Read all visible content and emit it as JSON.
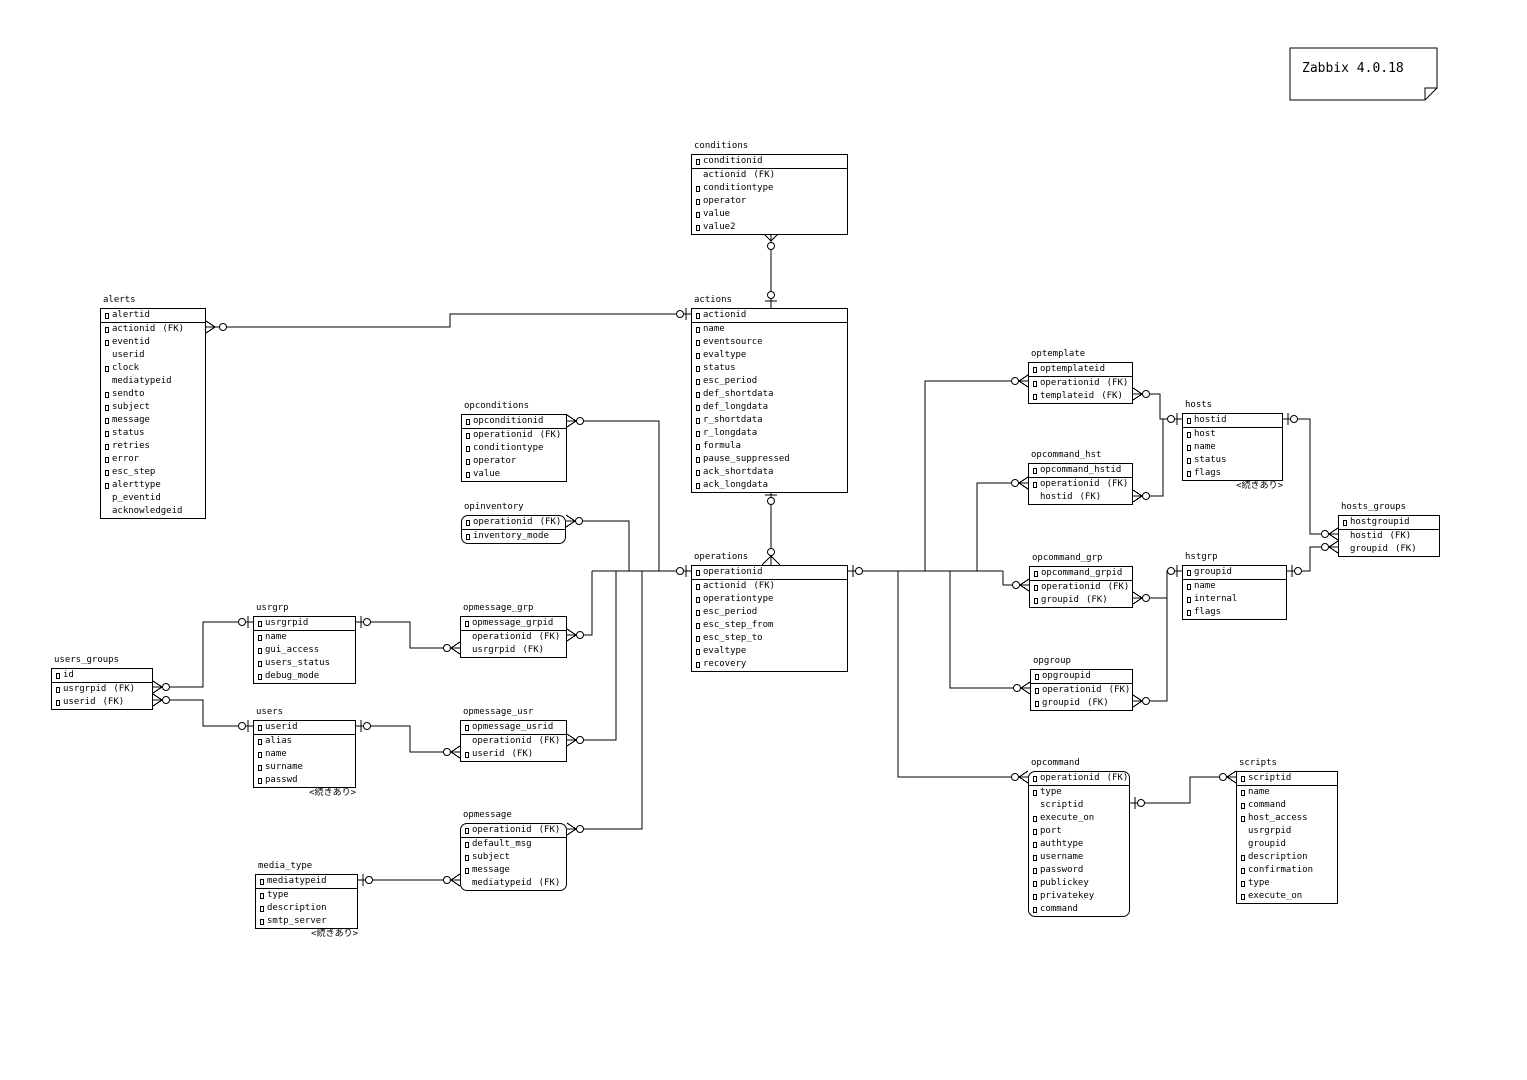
{
  "note": {
    "text": "Zabbix 4.0.18"
  },
  "labels": {
    "fk": "(FK)",
    "continued": "<続きあり>"
  },
  "tables": [
    {
      "name": "alerts",
      "fields": [
        {
          "name": "alertid",
          "pk": true,
          "nn": true
        },
        {
          "name": "actionid",
          "fk": true,
          "nn": true
        },
        {
          "name": "eventid",
          "nn": true
        },
        {
          "name": "userid"
        },
        {
          "name": "clock",
          "nn": true
        },
        {
          "name": "mediatypeid"
        },
        {
          "name": "sendto",
          "nn": true
        },
        {
          "name": "subject",
          "nn": true
        },
        {
          "name": "message",
          "nn": true
        },
        {
          "name": "status",
          "nn": true
        },
        {
          "name": "retries",
          "nn": true
        },
        {
          "name": "error",
          "nn": true
        },
        {
          "name": "esc_step",
          "nn": true
        },
        {
          "name": "alerttype",
          "nn": true
        },
        {
          "name": "p_eventid"
        },
        {
          "name": "acknowledgeid"
        }
      ]
    },
    {
      "name": "conditions",
      "fields": [
        {
          "name": "conditionid",
          "pk": true,
          "nn": true
        },
        {
          "name": "actionid",
          "fk": true
        },
        {
          "name": "conditiontype",
          "nn": true
        },
        {
          "name": "operator",
          "nn": true
        },
        {
          "name": "value",
          "nn": true
        },
        {
          "name": "value2",
          "nn": true
        }
      ]
    },
    {
      "name": "actions",
      "fields": [
        {
          "name": "actionid",
          "pk": true,
          "nn": true
        },
        {
          "name": "name",
          "nn": true
        },
        {
          "name": "eventsource",
          "nn": true
        },
        {
          "name": "evaltype",
          "nn": true
        },
        {
          "name": "status",
          "nn": true
        },
        {
          "name": "esc_period",
          "nn": true
        },
        {
          "name": "def_shortdata",
          "nn": true
        },
        {
          "name": "def_longdata",
          "nn": true
        },
        {
          "name": "r_shortdata",
          "nn": true
        },
        {
          "name": "r_longdata",
          "nn": true
        },
        {
          "name": "formula",
          "nn": true
        },
        {
          "name": "pause_suppressed",
          "nn": true
        },
        {
          "name": "ack_shortdata",
          "nn": true
        },
        {
          "name": "ack_longdata",
          "nn": true
        }
      ]
    },
    {
      "name": "opconditions",
      "fields": [
        {
          "name": "opconditionid",
          "pk": true,
          "nn": true
        },
        {
          "name": "operationid",
          "fk": true,
          "nn": true
        },
        {
          "name": "conditiontype",
          "nn": true
        },
        {
          "name": "operator",
          "nn": true
        },
        {
          "name": "value",
          "nn": true
        }
      ]
    },
    {
      "name": "opinventory",
      "rounded": true,
      "fields": [
        {
          "name": "operationid",
          "pk": true,
          "nn": true,
          "fk": true
        },
        {
          "name": "inventory_mode",
          "nn": true
        }
      ]
    },
    {
      "name": "operations",
      "fields": [
        {
          "name": "operationid",
          "pk": true,
          "nn": true
        },
        {
          "name": "actionid",
          "fk": true,
          "nn": true
        },
        {
          "name": "operationtype",
          "nn": true
        },
        {
          "name": "esc_period",
          "nn": true
        },
        {
          "name": "esc_step_from",
          "nn": true
        },
        {
          "name": "esc_step_to",
          "nn": true
        },
        {
          "name": "evaltype",
          "nn": true
        },
        {
          "name": "recovery",
          "nn": true
        }
      ]
    },
    {
      "name": "usrgrp",
      "fields": [
        {
          "name": "usrgrpid",
          "pk": true,
          "nn": true
        },
        {
          "name": "name",
          "nn": true
        },
        {
          "name": "gui_access",
          "nn": true
        },
        {
          "name": "users_status",
          "nn": true
        },
        {
          "name": "debug_mode",
          "nn": true
        }
      ]
    },
    {
      "name": "users_groups",
      "fields": [
        {
          "name": "id",
          "pk": true,
          "nn": true
        },
        {
          "name": "usrgrpid",
          "fk": true,
          "nn": true
        },
        {
          "name": "userid",
          "fk": true,
          "nn": true
        }
      ]
    },
    {
      "name": "users",
      "continued": true,
      "fields": [
        {
          "name": "userid",
          "pk": true,
          "nn": true
        },
        {
          "name": "alias",
          "nn": true
        },
        {
          "name": "name",
          "nn": true
        },
        {
          "name": "surname",
          "nn": true
        },
        {
          "name": "passwd",
          "nn": true
        }
      ]
    },
    {
      "name": "opmessage_grp",
      "fields": [
        {
          "name": "opmessage_grpid",
          "pk": true,
          "nn": true
        },
        {
          "name": "operationid",
          "fk": true
        },
        {
          "name": "usrgrpid",
          "fk": true
        }
      ]
    },
    {
      "name": "opmessage_usr",
      "fields": [
        {
          "name": "opmessage_usrid",
          "pk": true,
          "nn": true
        },
        {
          "name": "operationid",
          "fk": true
        },
        {
          "name": "userid",
          "fk": true,
          "nn": true
        }
      ]
    },
    {
      "name": "opmessage",
      "rounded": true,
      "fields": [
        {
          "name": "operationid",
          "pk": true,
          "nn": true,
          "fk": true
        },
        {
          "name": "default_msg",
          "nn": true
        },
        {
          "name": "subject",
          "nn": true
        },
        {
          "name": "message",
          "nn": true
        },
        {
          "name": "mediatypeid",
          "fk": true
        }
      ]
    },
    {
      "name": "media_type",
      "continued": true,
      "fields": [
        {
          "name": "mediatypeid",
          "pk": true,
          "nn": true
        },
        {
          "name": "type",
          "nn": true
        },
        {
          "name": "description",
          "nn": true
        },
        {
          "name": "smtp_server",
          "nn": true
        }
      ]
    },
    {
      "name": "optemplate",
      "fields": [
        {
          "name": "optemplateid",
          "pk": true,
          "nn": true
        },
        {
          "name": "operationid",
          "fk": true,
          "nn": true
        },
        {
          "name": "templateid",
          "fk": true,
          "nn": true
        }
      ]
    },
    {
      "name": "opcommand_hst",
      "fields": [
        {
          "name": "opcommand_hstid",
          "pk": true,
          "nn": true
        },
        {
          "name": "operationid",
          "fk": true,
          "nn": true
        },
        {
          "name": "hostid",
          "fk": true
        }
      ]
    },
    {
      "name": "hosts",
      "continued": true,
      "fields": [
        {
          "name": "hostid",
          "pk": true,
          "nn": true
        },
        {
          "name": "host",
          "nn": true
        },
        {
          "name": "name",
          "nn": true
        },
        {
          "name": "status",
          "nn": true
        },
        {
          "name": "flags",
          "nn": true
        }
      ]
    },
    {
      "name": "hosts_groups",
      "fields": [
        {
          "name": "hostgroupid",
          "pk": true,
          "nn": true
        },
        {
          "name": "hostid",
          "fk": true
        },
        {
          "name": "groupid",
          "fk": true
        }
      ]
    },
    {
      "name": "opcommand_grp",
      "fields": [
        {
          "name": "opcommand_grpid",
          "pk": true,
          "nn": true
        },
        {
          "name": "operationid",
          "fk": true,
          "nn": true
        },
        {
          "name": "groupid",
          "fk": true,
          "nn": true
        }
      ]
    },
    {
      "name": "hstgrp",
      "fields": [
        {
          "name": "groupid",
          "pk": true,
          "nn": true
        },
        {
          "name": "name",
          "nn": true
        },
        {
          "name": "internal",
          "nn": true
        },
        {
          "name": "flags",
          "nn": true
        }
      ]
    },
    {
      "name": "opgroup",
      "fields": [
        {
          "name": "opgroupid",
          "pk": true,
          "nn": true
        },
        {
          "name": "operationid",
          "fk": true,
          "nn": true
        },
        {
          "name": "groupid",
          "fk": true,
          "nn": true
        }
      ]
    },
    {
      "name": "opcommand",
      "rounded": true,
      "fields": [
        {
          "name": "operationid",
          "pk": true,
          "nn": true,
          "fk": true
        },
        {
          "name": "type",
          "nn": true
        },
        {
          "name": "scriptid"
        },
        {
          "name": "execute_on",
          "nn": true
        },
        {
          "name": "port",
          "nn": true
        },
        {
          "name": "authtype",
          "nn": true
        },
        {
          "name": "username",
          "nn": true
        },
        {
          "name": "password",
          "nn": true
        },
        {
          "name": "publickey",
          "nn": true
        },
        {
          "name": "privatekey",
          "nn": true
        },
        {
          "name": "command",
          "nn": true
        }
      ]
    },
    {
      "name": "scripts",
      "fields": [
        {
          "name": "scriptid",
          "pk": true,
          "nn": true
        },
        {
          "name": "name",
          "nn": true
        },
        {
          "name": "command",
          "nn": true
        },
        {
          "name": "host_access",
          "nn": true
        },
        {
          "name": "usrgrpid"
        },
        {
          "name": "groupid"
        },
        {
          "name": "description",
          "nn": true
        },
        {
          "name": "confirmation",
          "nn": true
        },
        {
          "name": "type",
          "nn": true
        },
        {
          "name": "execute_on",
          "nn": true
        }
      ]
    }
  ]
}
